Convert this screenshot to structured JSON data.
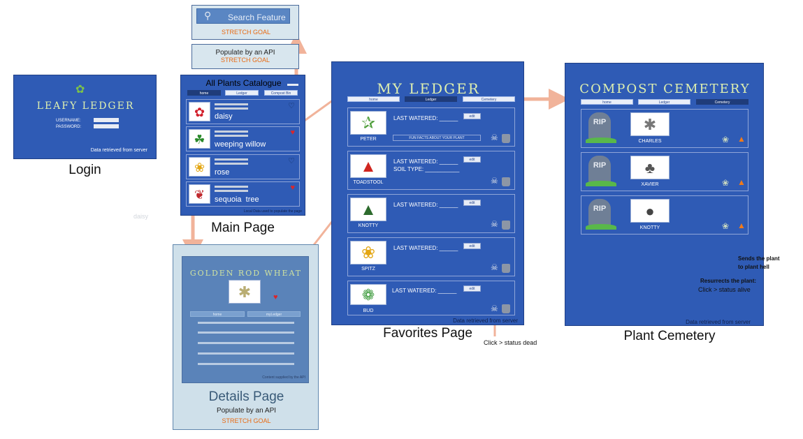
{
  "login": {
    "logo_text": "LEAFY LEDGER",
    "username_label": "USERNAME:",
    "password_label": "PASSWORD:",
    "footer": "Data retrieved from server",
    "caption": "Login"
  },
  "search_feature": {
    "label": "Search Feature",
    "note": "STRETCH GOAL"
  },
  "api_box": {
    "label": "Populate by an API",
    "note": "STRETCH GOAL"
  },
  "main_page": {
    "title": "All Plants Catalogue",
    "nav": [
      "home",
      "Ledger",
      "Compost Bin"
    ],
    "plants": [
      {
        "name": "daisy",
        "icon": "rose-icon",
        "heart": "outline"
      },
      {
        "name": "weeping willow",
        "icon": "palm-tree-icon",
        "heart": "filled"
      },
      {
        "name": "rose",
        "icon": "sunflower-icon",
        "heart": "outline"
      },
      {
        "name": "sequoia  tree",
        "icon": "plant-sprout-icon",
        "heart": "filled"
      }
    ],
    "footer": "Local Data used to populate the page",
    "caption": "Main Page"
  },
  "stray_text": "daisy",
  "details_page": {
    "title": "GOLDEN ROD WHEAT",
    "nav": [
      "home",
      "myLedger"
    ],
    "footer": "Content supplied by the API",
    "caption": "Details Page",
    "sub1": "Populate by an API",
    "sub2": "STRETCH GOAL"
  },
  "ledger_page": {
    "title": "MY LEDGER",
    "nav": [
      "home",
      "Ledger",
      "Cemetery"
    ],
    "watered_label": "LAST WATERED: ______",
    "soil_label": "SOIL TYPE: ___________",
    "fun_facts": "FUN FACTS ABOUT YOUR PLANT",
    "edit": "edit",
    "plants": [
      {
        "name": "PETER",
        "icon": "cactus-icon"
      },
      {
        "name": "TOADSTOOL",
        "icon": "mushroom-icon"
      },
      {
        "name": "KNOTTY",
        "icon": "evergreen-tree-icon"
      },
      {
        "name": "SPITZ",
        "icon": "sunflower-icon"
      },
      {
        "name": "BUD",
        "icon": "herb-icon"
      }
    ],
    "footer": "Data retrieved from server",
    "caption": "Favorites Page",
    "annotation": "Click > status dead"
  },
  "cemetery_page": {
    "title": "COMPOST CEMETERY",
    "nav": [
      "home",
      "Ledger",
      "Cemetery"
    ],
    "rip": "RIP",
    "plants": [
      {
        "name": "CHARLES",
        "icon": "wheat-icon"
      },
      {
        "name": "XAVIER",
        "icon": "clover-icon"
      },
      {
        "name": "KNOTTY",
        "icon": "tree-icon"
      }
    ],
    "footer": "Data retrieved from server",
    "caption": "Plant Cemetery",
    "annotation_send_1": "Sends the plant",
    "annotation_send_2": "to plant hell",
    "annotation_res_1": "Resurrects the plant:",
    "annotation_res_2": "Click > status alive"
  },
  "colors": {
    "screen": "#2f5bb5",
    "arrow": "#f1b39a",
    "accent": "#e96a12",
    "details_bg": "#cfe0ea"
  }
}
